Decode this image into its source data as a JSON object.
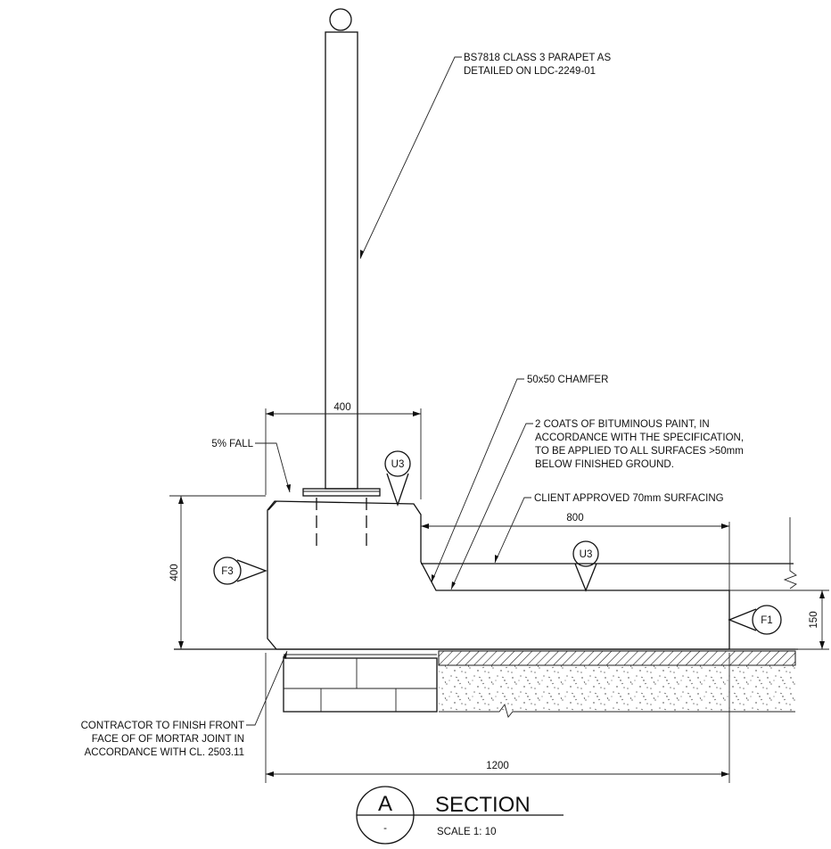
{
  "notes": {
    "parapet": [
      "BS7818 CLASS 3 PARAPET AS",
      "DETAILED ON LDC-2249-01"
    ],
    "chamfer": "50x50 CHAMFER",
    "bituminous": [
      "2 COATS OF BITUMINOUS PAINT, IN",
      "ACCORDANCE WITH THE SPECIFICATION,",
      "TO BE APPLIED TO ALL SURFACES >50mm",
      "BELOW FINISHED GROUND."
    ],
    "surfacing": "CLIENT APPROVED 70mm SURFACING",
    "fall": "5% FALL",
    "contractor": [
      "CONTRACTOR TO FINISH FRONT",
      "FACE OF OF MORTAR JOINT IN",
      "ACCORDANCE WITH CL. 2503.11"
    ]
  },
  "dimensions": {
    "top_width": "400",
    "left_height": "400",
    "right_width": "800",
    "right_height": "150",
    "total_width": "1200"
  },
  "finish_tags": {
    "u3_top": "U3",
    "u3_right": "U3",
    "f3": "F3",
    "f1": "F1"
  },
  "section": {
    "letter": "A",
    "sub": "-",
    "title": "SECTION",
    "scale": "SCALE 1: 10"
  }
}
